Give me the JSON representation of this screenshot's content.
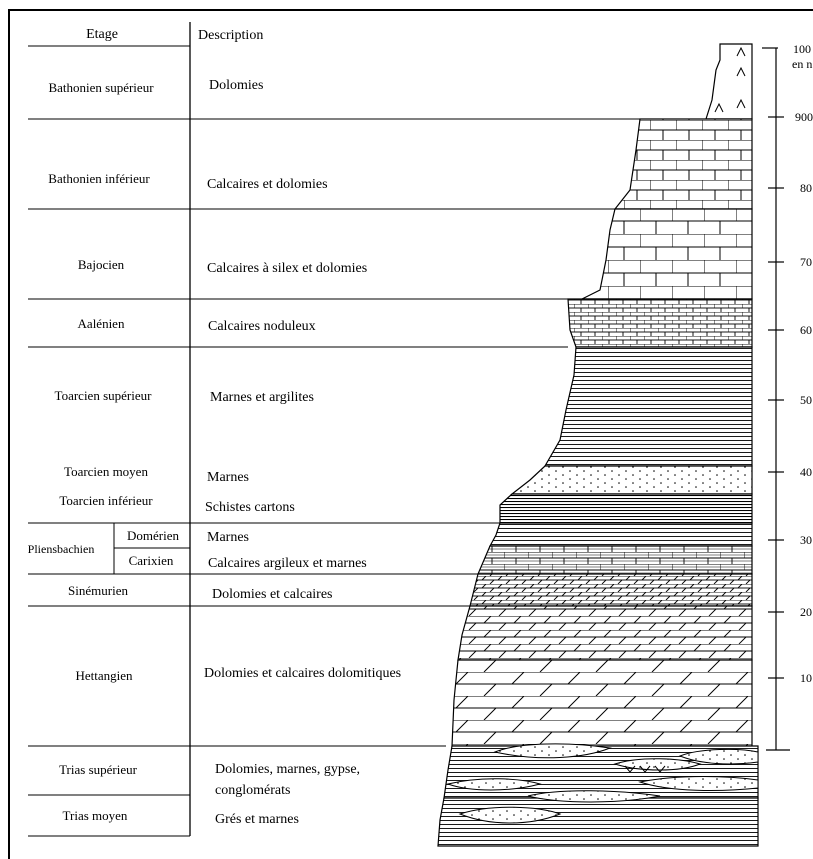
{
  "header": {
    "etage": "Etage",
    "description": "Description"
  },
  "rows": [
    {
      "etage": "Bathonien supérieur",
      "description": "Dolomies"
    },
    {
      "etage": "Bathonien inférieur",
      "description": "Calcaires et dolomies"
    },
    {
      "etage": "Bajocien",
      "description": "Calcaires à silex et dolomies"
    },
    {
      "etage": "Aalénien",
      "description": "Calcaires noduleux"
    },
    {
      "etage": "Toarcien supérieur",
      "description": "Marnes et argilites"
    },
    {
      "etage": "Toarcien moyen",
      "description": "Marnes"
    },
    {
      "etage": "Toarcien inférieur",
      "description": "Schistes cartons"
    },
    {
      "etage": "Domérien",
      "description": "Marnes"
    },
    {
      "etage": "Carixien",
      "description": "Calcaires argileux et marnes"
    },
    {
      "etage": "Sinémurien",
      "description": "Dolomies et calcaires"
    },
    {
      "etage": "Hettangien",
      "description": "Dolomies et calcaires dolomitiques"
    },
    {
      "etage": "Trias supérieur",
      "description": "Dolomies, marnes, gypse,",
      "description2": "conglomérats"
    },
    {
      "etage": "Trias moyen",
      "description": "Grés et marnes"
    }
  ],
  "group_label": "Pliensbachien",
  "scale": {
    "unit_top": "100",
    "unit_label": "en n",
    "ticks": [
      "900",
      "80",
      "70",
      "60",
      "50",
      "40",
      "30",
      "20",
      "10"
    ]
  }
}
